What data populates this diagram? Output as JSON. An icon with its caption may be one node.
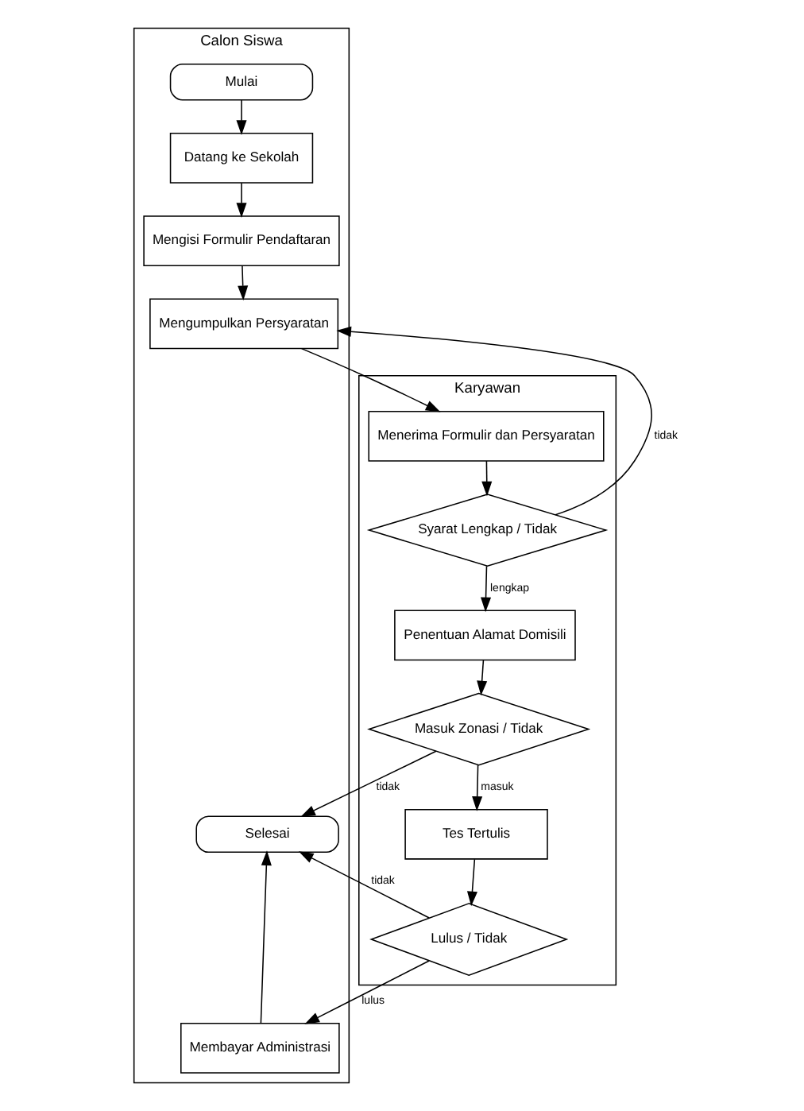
{
  "diagram": {
    "nodes": [
      {
        "text": [
          "Calon Siswa"
        ]
      },
      {
        "text": [
          "Karyawan"
        ]
      },
      {
        "text": [
          "Mulai"
        ],
        "in": 0
      },
      {
        "text": [
          "Datang ke Sekolah"
        ],
        "in": 0
      },
      {
        "text": [
          "Mengisi Formulir Pendaftaran"
        ],
        "in": 0
      },
      {
        "text": [
          "Mengumpulkan Persyaratan"
        ],
        "in": 0
      },
      {
        "text": [
          "Selesai"
        ],
        "in": 0
      },
      {
        "text": [
          "Membayar Administrasi"
        ],
        "in": 0
      },
      {
        "text": [
          "Menerima Formulir dan Persyaratan"
        ],
        "in": 1
      },
      {
        "text": [
          "Syarat Lengkap / Tidak"
        ],
        "in": 1
      },
      {
        "text": [
          "Penentuan Alamat Domisili"
        ],
        "in": 1
      },
      {
        "text": [
          "Masuk Zonasi / Tidak"
        ],
        "in": 1
      },
      {
        "text": [
          "Tes Tertulis"
        ],
        "in": 1
      },
      {
        "text": [
          "Lulus / Tidak"
        ],
        "in": 1
      }
    ],
    "edges": [
      {
        "from": 2,
        "to": 3,
        "arrow": "to"
      },
      {
        "from": 3,
        "to": 4,
        "arrow": "to"
      },
      {
        "from": 4,
        "to": 5,
        "arrow": "to"
      },
      {
        "from": 5,
        "to": 8,
        "arrow": "to"
      },
      {
        "from": 8,
        "to": 9,
        "arrow": "to"
      },
      {
        "from": 9,
        "to": 5,
        "label": "tidak",
        "arrow": "to"
      },
      {
        "from": 9,
        "to": 10,
        "label": "lengkap",
        "arrow": "to"
      },
      {
        "from": 10,
        "to": 11,
        "arrow": "to"
      },
      {
        "from": 11,
        "to": 6,
        "label": "tidak",
        "arrow": "to"
      },
      {
        "from": 11,
        "to": 12,
        "label": "masuk",
        "arrow": "to"
      },
      {
        "from": 12,
        "to": 13,
        "arrow": "to"
      },
      {
        "from": 13,
        "to": 6,
        "label": "tidak",
        "arrow": "to"
      },
      {
        "from": 13,
        "to": 7,
        "label": "lulus",
        "arrow": "to"
      },
      {
        "from": 7,
        "to": 6,
        "arrow": "to"
      }
    ]
  }
}
